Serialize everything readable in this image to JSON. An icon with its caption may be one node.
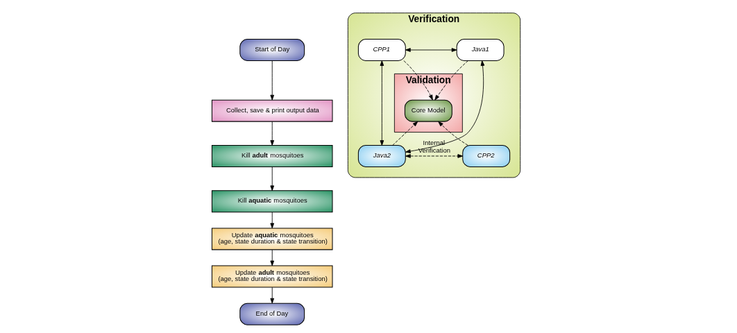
{
  "diagram": {
    "nodes": [
      {
        "text": [
          "Start of Day"
        ]
      },
      {
        "text": [
          "Collect, save & print output data"
        ]
      },
      {
        "text": [
          "Kill **adult** mosquitoes"
        ]
      },
      {
        "text": [
          "Kill **aquatic** mosquitoes"
        ]
      },
      {
        "text": [
          "Update **aquatic** mosquitoes (age, state duration & state transition)"
        ]
      },
      {
        "text": [
          "Update **adult** mosquitoes (age, state duration & state transition)"
        ]
      },
      {
        "text": [
          "End of Day"
        ]
      },
      {
        "text": [
          "Verification"
        ]
      },
      {
        "text": [
          "Validation"
        ],
        "in": 7
      },
      {
        "text": [
          "Core Model"
        ],
        "in": 8
      },
      {
        "text": [
          "*CPP1*"
        ],
        "in": 7
      },
      {
        "text": [
          "*Java1*"
        ],
        "in": 7
      },
      {
        "text": [
          "*Java2*"
        ],
        "in": 7
      },
      {
        "text": [
          "*CPP2*"
        ],
        "in": 7
      }
    ],
    "edges": [
      {
        "from": 0,
        "to": 1,
        "arrow": "to"
      },
      {
        "from": 1,
        "to": 2,
        "arrow": "to"
      },
      {
        "from": 2,
        "to": 3,
        "arrow": "to"
      },
      {
        "from": 3,
        "to": 4,
        "arrow": "to"
      },
      {
        "from": 4,
        "to": 5,
        "arrow": "to"
      },
      {
        "from": 5,
        "to": 6,
        "arrow": "to"
      },
      {
        "from": 10,
        "to": 11,
        "arrow": "both"
      },
      {
        "from": 10,
        "to": 9,
        "arrow": "to",
        "style": "dashed"
      },
      {
        "from": 11,
        "to": 9,
        "arrow": "to",
        "style": "dashed"
      },
      {
        "from": 10,
        "to": 12,
        "arrow": "both"
      },
      {
        "from": 11,
        "to": 12,
        "arrow": "both"
      },
      {
        "from": 12,
        "to": 9,
        "arrow": "to",
        "style": "dashed"
      },
      {
        "from": 13,
        "to": 9,
        "arrow": "to",
        "style": "dashed"
      },
      {
        "from": 12,
        "to": 13,
        "arrow": "both",
        "style": "dashed",
        "label": "Internal Verification"
      }
    ]
  }
}
